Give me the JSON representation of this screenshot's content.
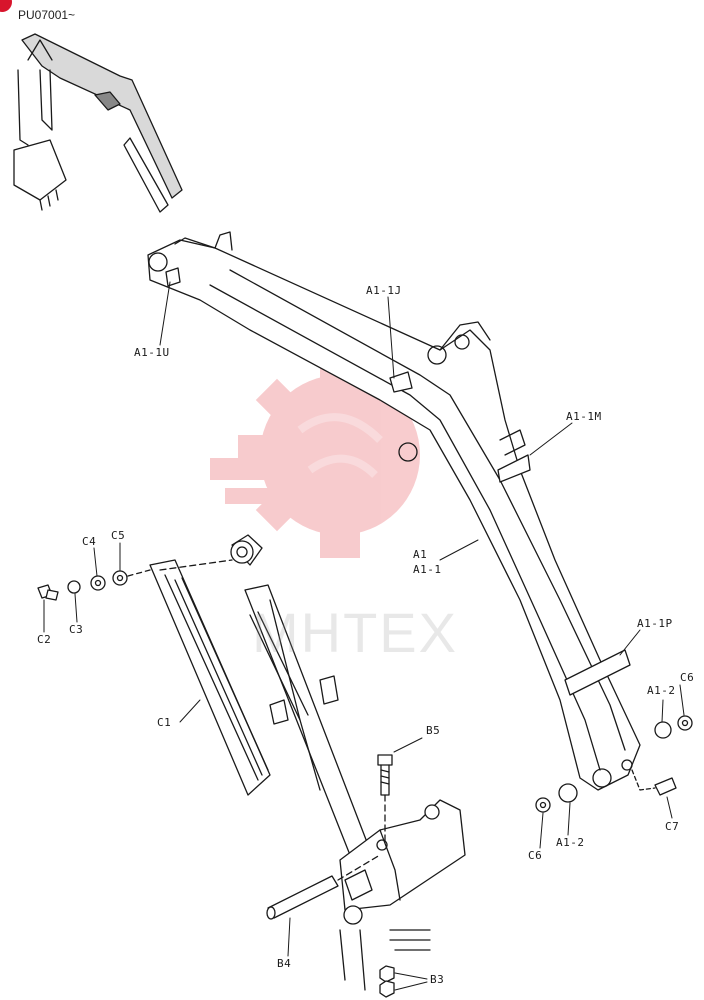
{
  "header": {
    "code": "PU07001~"
  },
  "watermark": {
    "text": "MHTEX",
    "color": "#e6474f"
  },
  "colors": {
    "line": "#1a1a1a",
    "marker": "#d8152c"
  },
  "labels": {
    "a1_1u": "A1-1U",
    "a1_1j": "A1-1J",
    "a1_1m": "A1-1M",
    "a1": "A1",
    "a1_1": "A1-1",
    "a1_1p": "A1-1P",
    "a1_2_right": "A1-2",
    "c6_right": "C6",
    "c7": "C7",
    "c6_bottom": "C6",
    "a1_2_bottom": "A1-2",
    "c4": "C4",
    "c5": "C5",
    "c2": "C2",
    "c3": "C3",
    "c1": "C1",
    "b5": "B5",
    "b4": "B4",
    "b3": "B3"
  }
}
